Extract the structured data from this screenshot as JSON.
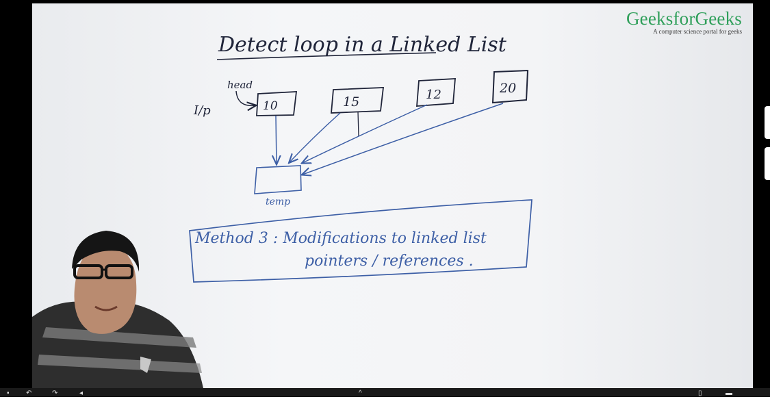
{
  "logo": {
    "name": "GeeksforGeeks",
    "tagline": "A computer science portal for geeks"
  },
  "whiteboard": {
    "title": "Detect loop in a Linked List",
    "input_label": "I/p",
    "head_label": "head",
    "nodes": [
      "10",
      "15",
      "12",
      "20"
    ],
    "temp_label": "temp",
    "method_line1": "Method 3 :  Modifications to linked list",
    "method_line2": "pointers / references ."
  },
  "colors": {
    "logo_green": "#2f9f5a",
    "marker_black": "#20253a",
    "marker_blue": "#3d5fa6",
    "board": "#f3f4f6"
  },
  "icons": [
    "rewind-icon",
    "replay-icon",
    "forward-icon",
    "volume-icon",
    "progress-marker-icon",
    "notes-icon",
    "fullscreen-icon"
  ]
}
